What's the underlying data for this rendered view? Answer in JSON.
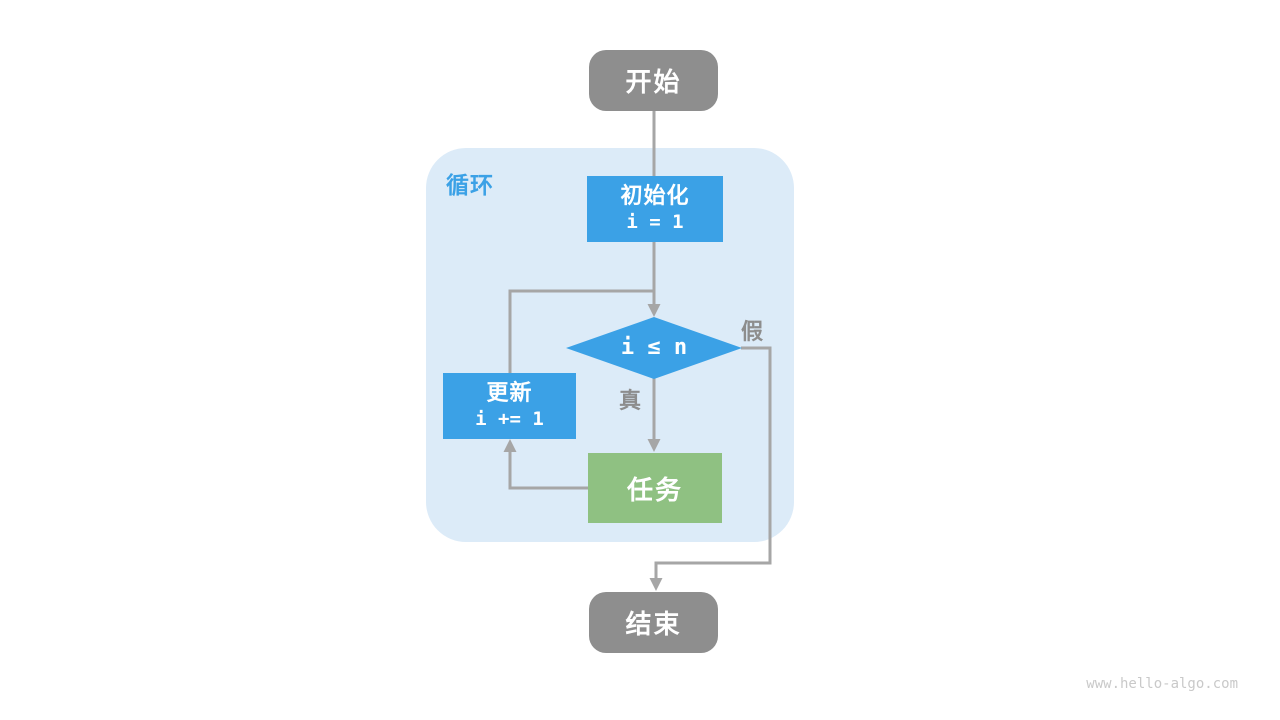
{
  "diagram": {
    "type": "flowchart",
    "loop": {
      "label": "循环"
    },
    "nodes": {
      "start": {
        "shape": "rounded",
        "label": "开始"
      },
      "init": {
        "shape": "rect",
        "label": "初始化",
        "code": "i = 1"
      },
      "condition": {
        "shape": "diamond",
        "code": "i ≤ n"
      },
      "update": {
        "shape": "rect",
        "label": "更新",
        "code": "i += 1"
      },
      "task": {
        "shape": "rect",
        "label": "任务"
      },
      "end": {
        "shape": "rounded",
        "label": "结束"
      }
    },
    "edges": [
      {
        "from": "start",
        "to": "init",
        "label": ""
      },
      {
        "from": "init",
        "to": "condition",
        "label": ""
      },
      {
        "from": "condition",
        "to": "task",
        "label": "真"
      },
      {
        "from": "condition",
        "to": "end",
        "label": "假"
      },
      {
        "from": "task",
        "to": "update",
        "label": ""
      },
      {
        "from": "update",
        "to": "condition",
        "label": ""
      }
    ],
    "watermark": "www.hello-algo.com",
    "colors": {
      "node_blue": "#3ba1e6",
      "node_green": "#8fc182",
      "node_gray": "#8e8e8e",
      "loop_bg": "#dcebf8",
      "accent_blue": "#3ba1e6",
      "line_gray": "#a6a6a6",
      "branch_gray": "#8d8d8d",
      "watermark_gray": "#c9c9c9"
    }
  }
}
